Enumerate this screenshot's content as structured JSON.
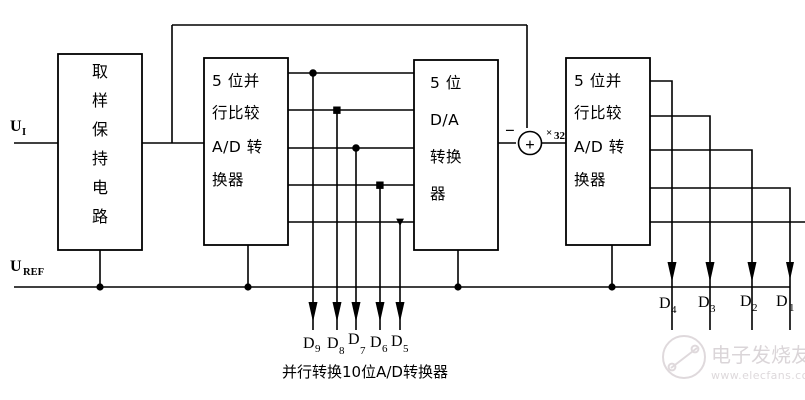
{
  "diagram": {
    "caption": "并行转换10位A/D转换器",
    "input_labels": {
      "signal": "U",
      "signal_sub": "I",
      "reference": "U",
      "reference_sub": "REF"
    },
    "blocks": [
      {
        "id": "sample-hold",
        "lines": [
          "取",
          "样",
          "保",
          "持",
          "电",
          "路"
        ],
        "orientation": "vertical"
      },
      {
        "id": "adc-coarse",
        "lines": [
          "5 位并",
          "行比较",
          "A/D 转",
          "换器"
        ],
        "orientation": "horizontal"
      },
      {
        "id": "dac",
        "lines": [
          "5 位",
          "D/A",
          "转换",
          "器"
        ],
        "orientation": "horizontal"
      },
      {
        "id": "adc-fine",
        "lines": [
          "5 位并",
          "行比较",
          "A/D 转",
          "换器"
        ],
        "orientation": "horizontal"
      }
    ],
    "summer": {
      "plus_label": "+",
      "minus_label": "−",
      "gain_label": "×",
      "gain_value": "32"
    },
    "outputs_high": [
      {
        "label": "D",
        "sub": "9"
      },
      {
        "label": "D",
        "sub": "8"
      },
      {
        "label": "D",
        "sub": "7"
      },
      {
        "label": "D",
        "sub": "6"
      },
      {
        "label": "D",
        "sub": "5"
      }
    ],
    "outputs_low": [
      {
        "label": "D",
        "sub": "4"
      },
      {
        "label": "D",
        "sub": "3"
      },
      {
        "label": "D",
        "sub": "2"
      },
      {
        "label": "D",
        "sub": "1"
      }
    ],
    "colors": {
      "line": "#000000",
      "background": "#ffffff",
      "watermark": "#ded8db"
    },
    "watermark": {
      "brand": "电子发烧友",
      "url": "www.elecfans.com"
    }
  }
}
